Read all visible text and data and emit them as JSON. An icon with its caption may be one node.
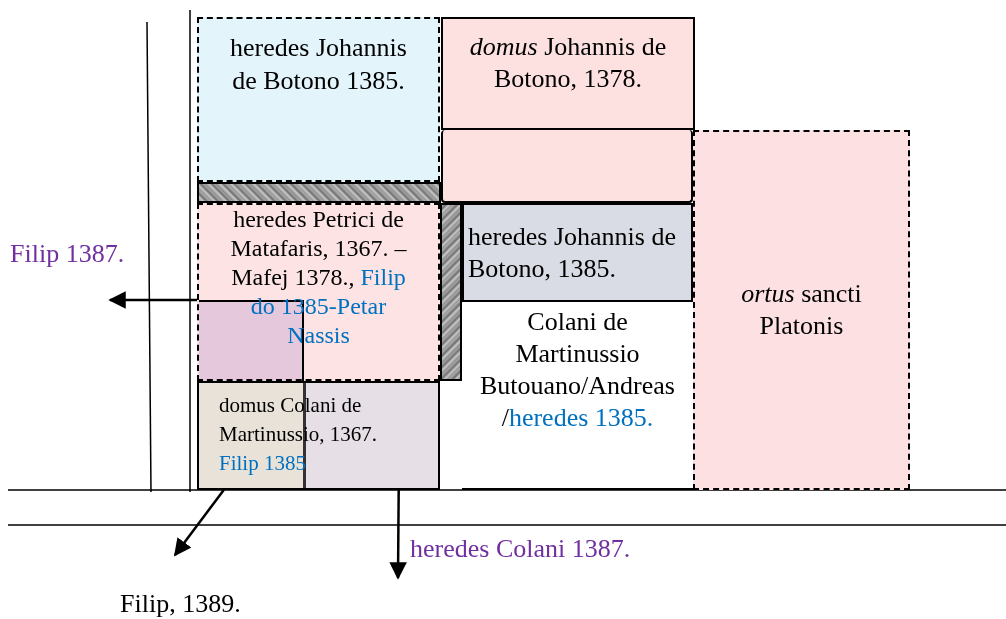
{
  "diagram": {
    "nodes": [
      {
        "text": [
          "heredes Johannis de Botono 1385."
        ]
      },
      {
        "text": [
          "*domus* Johannis de Botono, 1378."
        ]
      },
      {
        "text": [],
        "shape": "box"
      },
      {
        "text": [],
        "shape": "bar"
      },
      {
        "text": [
          "heredes Petrici de Matafaris, 1367. – Mafej 1378.,",
          "Filip do 1385-Petar Nassis"
        ]
      },
      {
        "text": [],
        "shape": "bar"
      },
      {
        "text": [
          "heredes Johannis de Botono, 1385."
        ]
      },
      {
        "text": [
          "Colani de Martinussio Butouano/Andreas /",
          "heredes 1385."
        ]
      },
      {
        "text": [
          "*ortus* sancti Platonis"
        ]
      },
      {
        "text": [
          "domus Colani de Martinussio, 1367.",
          "Filip 1385"
        ]
      },
      {
        "text": [
          "Filip 1387."
        ]
      },
      {
        "text": [
          "Filip, 1389."
        ]
      },
      {
        "text": [
          "heredes Colani 1387."
        ]
      }
    ],
    "edges": [
      {
        "from": 4,
        "to": 10,
        "arrow": "to"
      },
      {
        "from": 9,
        "to": 11,
        "arrow": "to"
      },
      {
        "from": 9,
        "to": 12,
        "arrow": "to"
      }
    ]
  }
}
